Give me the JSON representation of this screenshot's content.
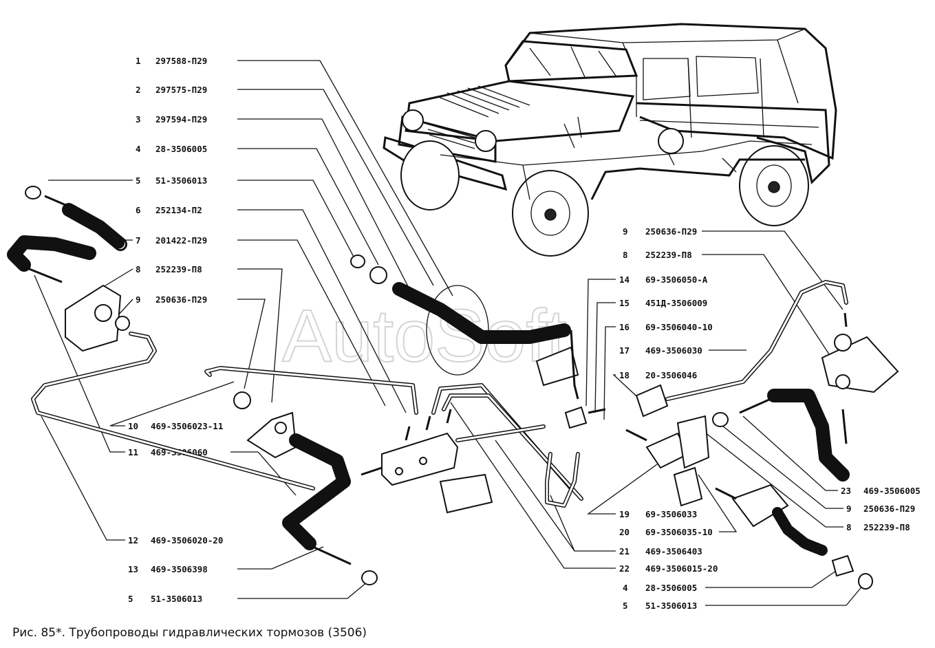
{
  "watermark": "AutoSoft",
  "caption": "Рис. 85*. Трубопроводы гидравлических тормозов (3506)",
  "callouts_left": [
    {
      "num": "1",
      "code": "297588-П29"
    },
    {
      "num": "2",
      "code": "297575-П29"
    },
    {
      "num": "3",
      "code": "297594-П29"
    },
    {
      "num": "4",
      "code": "28-3506005"
    },
    {
      "num": "5",
      "code": "51-3506013"
    },
    {
      "num": "6",
      "code": "252134-П2"
    },
    {
      "num": "7",
      "code": "201422-П29"
    },
    {
      "num": "8",
      "code": "252239-П8"
    },
    {
      "num": "9",
      "code": "250636-П29"
    },
    {
      "num": "10",
      "code": "469-3506023-11"
    },
    {
      "num": "11",
      "code": "469-3506060"
    },
    {
      "num": "12",
      "code": "469-3506020-20"
    },
    {
      "num": "13",
      "code": "469-3506398"
    },
    {
      "num": "5",
      "code": "51-3506013"
    }
  ],
  "callouts_right_top": [
    {
      "num": "9",
      "code": "250636-П29"
    },
    {
      "num": "8",
      "code": "252239-П8"
    },
    {
      "num": "14",
      "code": "69-3506050-А"
    },
    {
      "num": "15",
      "code": "451Д-3506009"
    },
    {
      "num": "16",
      "code": "69-3506040-10"
    },
    {
      "num": "17",
      "code": "469-3506030"
    },
    {
      "num": "18",
      "code": "20-3506046"
    }
  ],
  "callouts_right_bottom": [
    {
      "num": "19",
      "code": "69-3506033"
    },
    {
      "num": "20",
      "code": "69-3506035-10"
    },
    {
      "num": "21",
      "code": "469-3506403"
    },
    {
      "num": "22",
      "code": "469-3506015-20"
    },
    {
      "num": "4",
      "code": "28-3506005"
    },
    {
      "num": "5",
      "code": "51-3506013"
    }
  ],
  "callouts_far_right": [
    {
      "num": "23",
      "code": "469-3506005"
    },
    {
      "num": "9",
      "code": "250636-П29"
    },
    {
      "num": "8",
      "code": "252239-П8"
    }
  ]
}
